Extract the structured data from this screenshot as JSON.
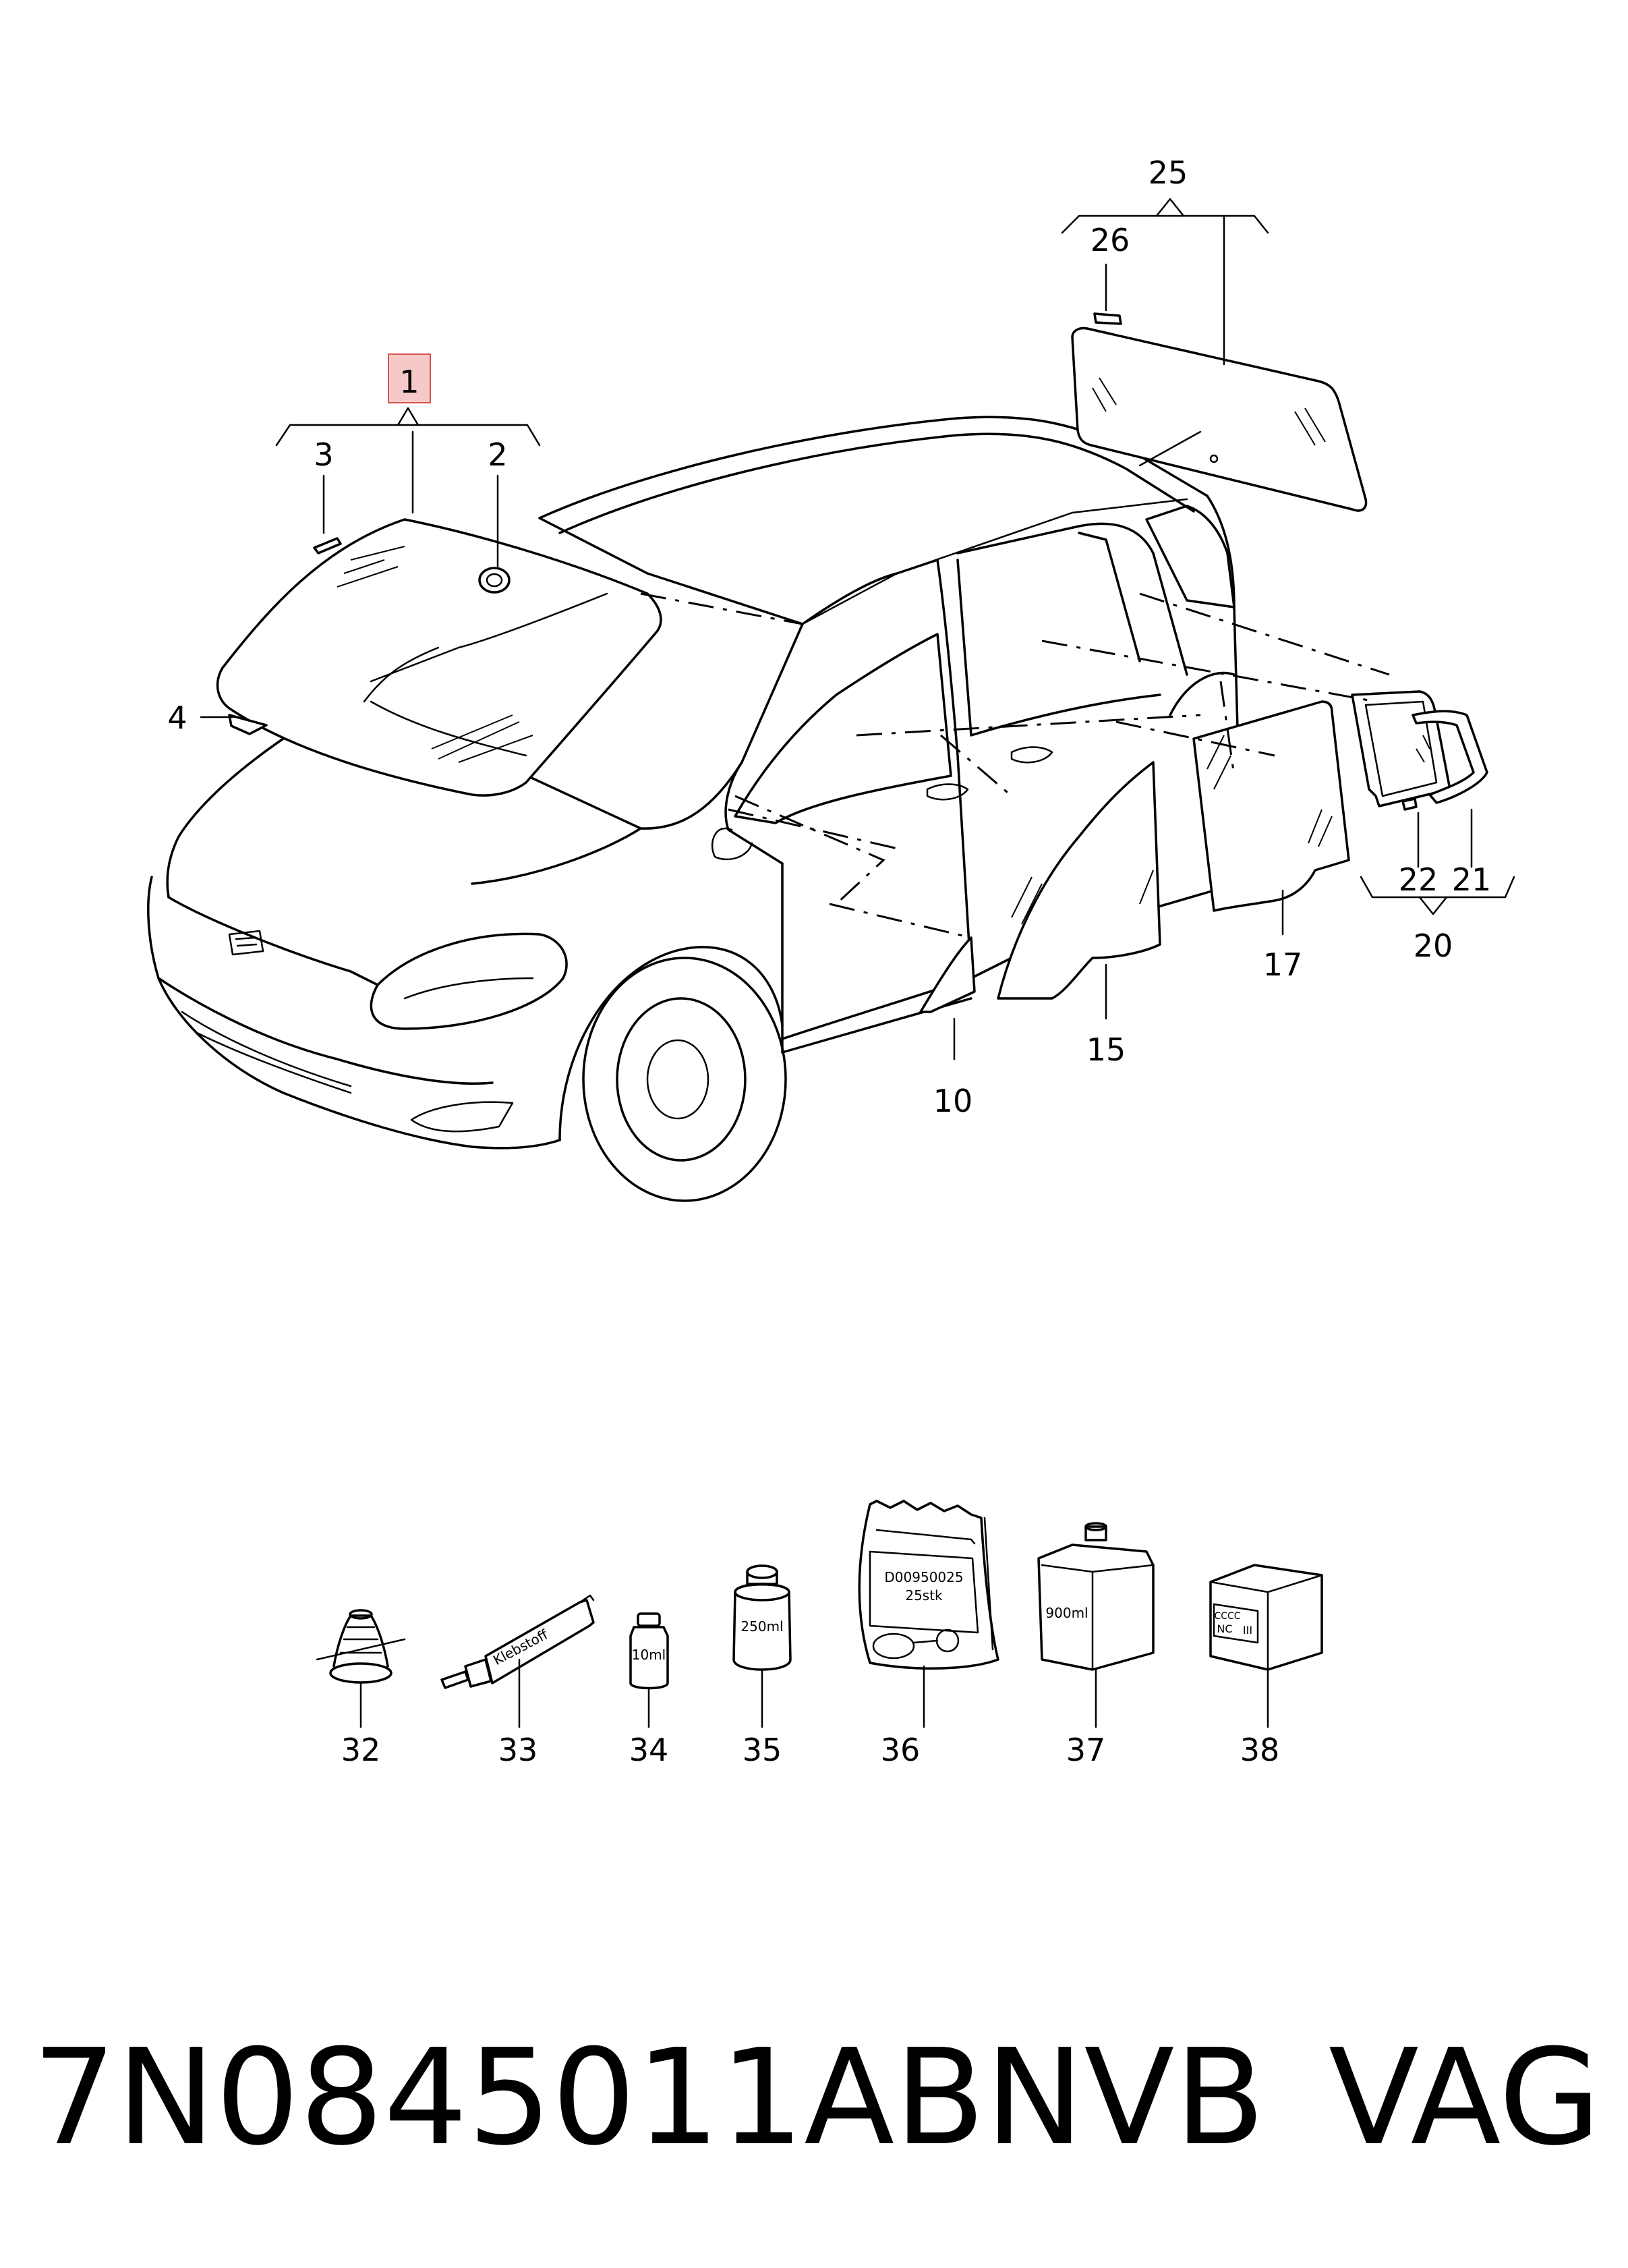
{
  "diagram": {
    "callouts": {
      "c1": "1",
      "c2": "2",
      "c3": "3",
      "c4": "4",
      "c10": "10",
      "c15": "15",
      "c17": "17",
      "c20": "20",
      "c21": "21",
      "c22": "22",
      "c25": "25",
      "c26": "26",
      "c32": "32",
      "c33": "33",
      "c34": "34",
      "c35": "35",
      "c36": "36",
      "c37": "37",
      "c38": "38"
    },
    "highlighted_callout": "1",
    "highlight_color": "#f5c6c6",
    "highlight_border": "#d9534f",
    "product_labels": {
      "tube": "Klebstoff",
      "bottle_small": "10ml",
      "can": "250ml",
      "bag_line1": "D00950025",
      "bag_line2": "25stk",
      "canister": "900ml",
      "box_line1": "CCCC",
      "box_line2": "NC",
      "box_line3": "III"
    }
  },
  "footer": {
    "part_number": "7N0845011ABNVB",
    "brand": "VAG"
  }
}
